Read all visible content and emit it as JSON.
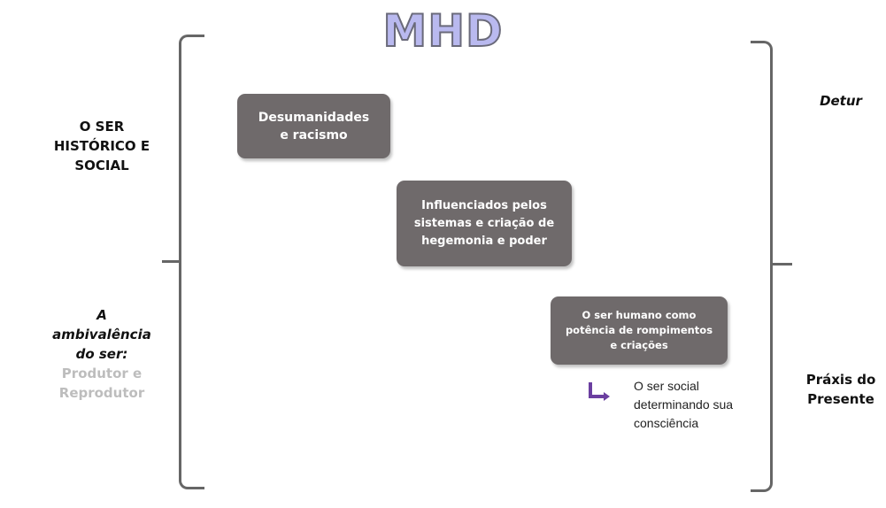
{
  "title": "MHD",
  "boxes": [
    {
      "lines": [
        "Desumanidades",
        "e racismo"
      ]
    },
    {
      "lines": [
        "Influenciados pelos",
        "sistemas e criação de",
        "hegemonia e poder"
      ]
    },
    {
      "lines": [
        "O ser humano como",
        "potência de rompimentos",
        "e criações"
      ]
    }
  ],
  "left": {
    "top_lines": [
      "O SER",
      "HISTÓRICO E",
      "SOCIAL"
    ],
    "bottom_lines": [
      "A",
      "ambivalência",
      "do ser:"
    ],
    "bottom_gray_lines": [
      "Produtor e",
      "Reprodutor"
    ]
  },
  "right": {
    "top": "Detur",
    "bottom_lines": [
      "Práxis do",
      "Presente"
    ]
  },
  "note_lines": [
    "O ser social",
    "determinando sua",
    "consciência"
  ],
  "colors": {
    "box": "#6f6a6b",
    "arrow": "#6b3fa0",
    "title_fill": "#b9b9ef"
  }
}
